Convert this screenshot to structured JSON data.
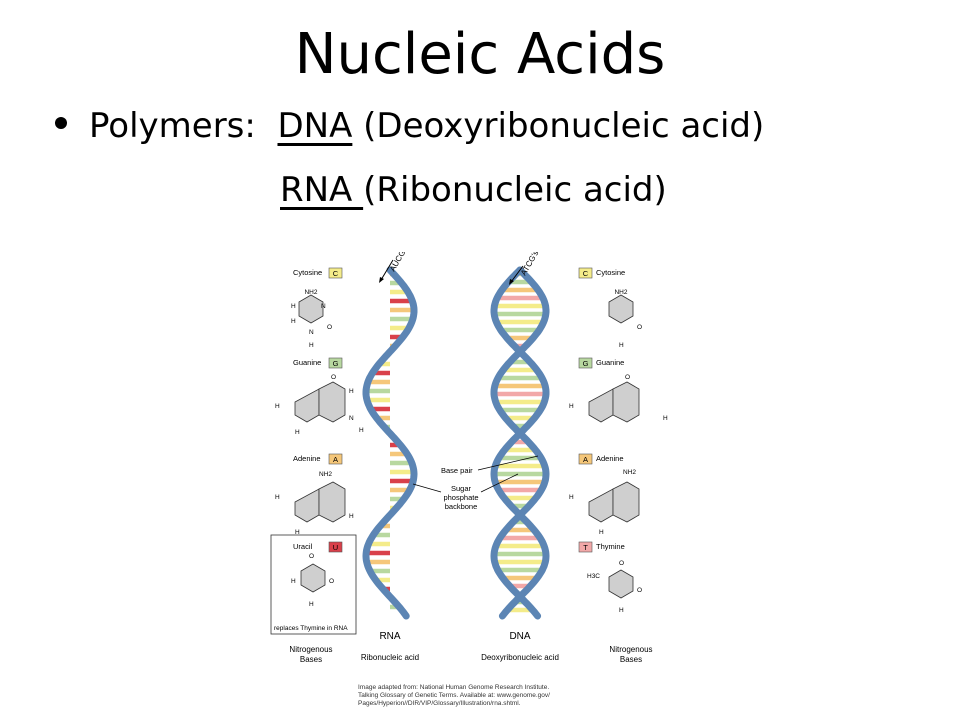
{
  "title": "Nucleic Acids",
  "bullet": {
    "label": "Polymers:",
    "dna_abbr": "DNA",
    "dna_full": "(Deoxyribonucleic acid)",
    "rna_abbr": "RNA ",
    "rna_full": "(Ribonucleic acid)"
  },
  "diagram": {
    "rna_arrow_label": "AUCG's",
    "dna_arrow_label": "ATCG's",
    "left_bases": [
      {
        "name": "Cytosine",
        "letter": "C",
        "color": "#f4ec8a"
      },
      {
        "name": "Guanine",
        "letter": "G",
        "color": "#b8d8a0"
      },
      {
        "name": "Adenine",
        "letter": "A",
        "color": "#f5c77a"
      },
      {
        "name": "Uracil",
        "letter": "U",
        "color": "#d9404a"
      }
    ],
    "right_bases": [
      {
        "name": "Cytosine",
        "letter": "C",
        "color": "#f4ec8a"
      },
      {
        "name": "Guanine",
        "letter": "G",
        "color": "#b8d8a0"
      },
      {
        "name": "Adenine",
        "letter": "A",
        "color": "#f5c77a"
      },
      {
        "name": "Thymine",
        "letter": "T",
        "color": "#f2a8a8"
      }
    ],
    "uracil_note": "replaces Thymine in RNA",
    "base_pair_label": "Base pair",
    "backbone_label": [
      "Sugar",
      "phosphate",
      "backbone"
    ],
    "rna_label": "RNA",
    "rna_full": "Ribonucleic acid",
    "dna_label": "DNA",
    "dna_full": "Deoxyribonucleic acid",
    "nitro_label": [
      "Nitrogenous",
      "Bases"
    ],
    "atoms": {
      "NH2": "NH2",
      "H": "H",
      "N": "N",
      "O": "O",
      "H3C": "H3C"
    },
    "helix_color": "#5c85b4"
  },
  "credit": [
    "Image adapted from: National Human Genome Research Institute.",
    "Talking Glossary of Genetic Terms. Available at: www.genome.gov/",
    "Pages/Hyperion//DIR/VIP/Glossary/Illustration/rna.shtml."
  ]
}
